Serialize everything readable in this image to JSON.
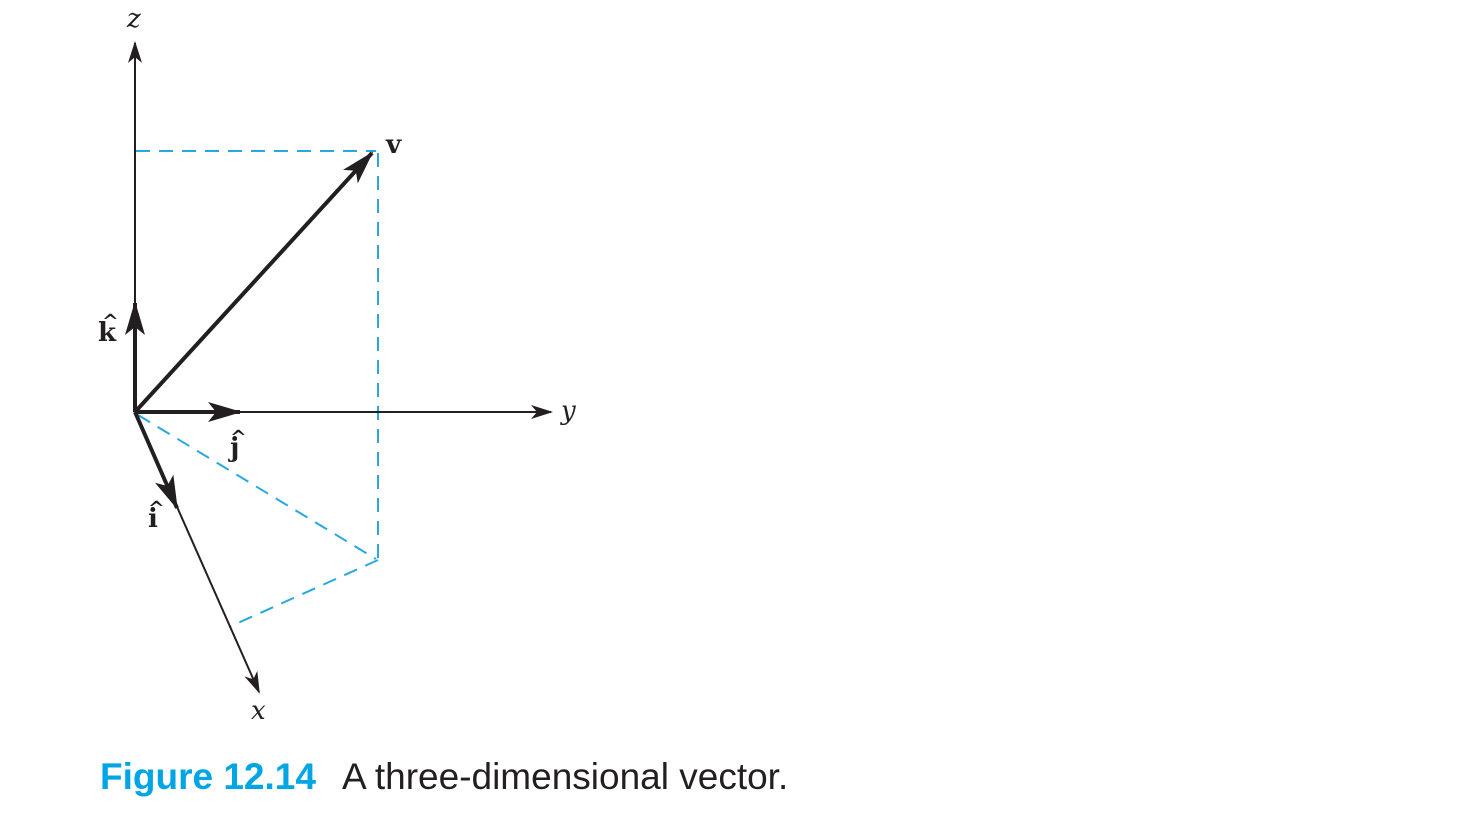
{
  "figure": {
    "axes": {
      "x": "x",
      "y": "y",
      "z": "z"
    },
    "vectors": {
      "v": "v",
      "i": "i",
      "j": "j",
      "k": "k"
    },
    "hat_glyph": "^",
    "caption": {
      "label": "Figure 12.14",
      "text": "A three-dimensional vector."
    }
  },
  "colors": {
    "ink": "#231f20",
    "projection": "#29a8e0",
    "accent": "#00a6e3"
  }
}
